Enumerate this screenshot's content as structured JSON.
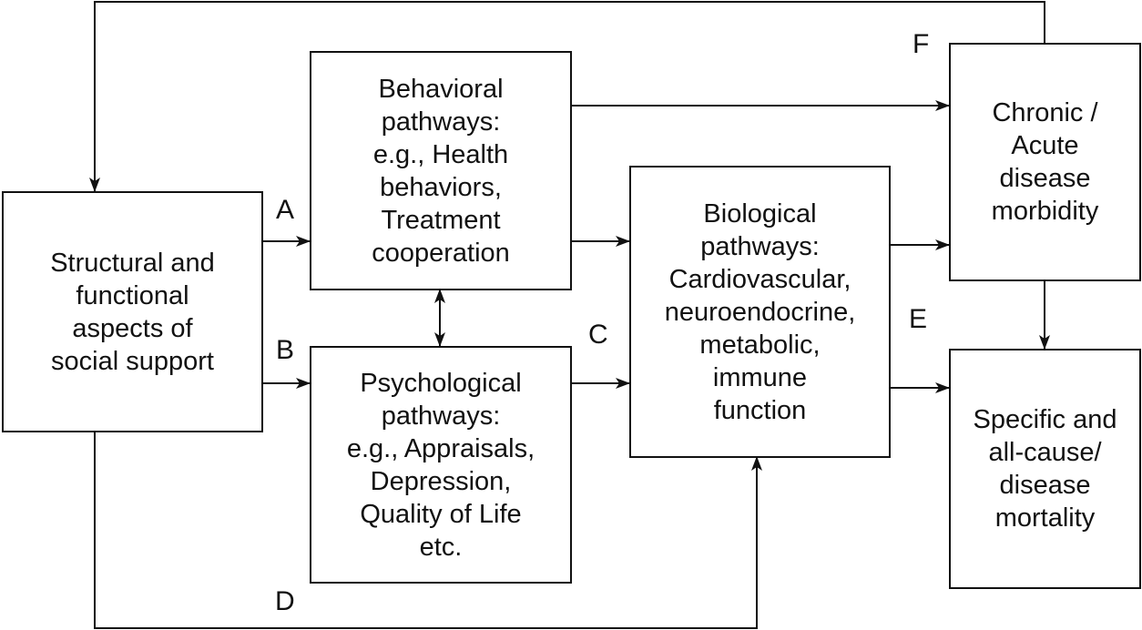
{
  "diagram": {
    "boxes": {
      "social_support": [
        "Structural and",
        "functional",
        "aspects of",
        "social support"
      ],
      "behavioral": [
        "Behavioral",
        "pathways:",
        "e.g., Health",
        "behaviors,",
        "Treatment",
        "cooperation"
      ],
      "psychological": [
        "Psychological",
        "pathways:",
        "e.g., Appraisals,",
        "Depression,",
        "Quality of Life",
        "etc."
      ],
      "biological": [
        "Biological",
        "pathways:",
        "Cardiovascular,",
        "neuroendocrine,",
        "metabolic,",
        "immune",
        "function"
      ],
      "morbidity": [
        "Chronic /",
        "Acute",
        "disease",
        "morbidity"
      ],
      "mortality": [
        "Specific and",
        "all-cause/",
        "disease",
        "mortality"
      ]
    },
    "labels": {
      "A": "A",
      "B": "B",
      "C": "C",
      "D": "D",
      "E": "E",
      "F": "F"
    }
  }
}
